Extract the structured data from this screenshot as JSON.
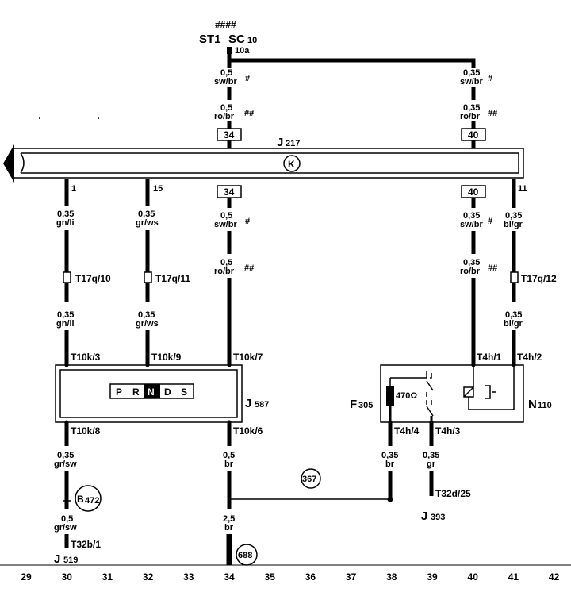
{
  "fuse": {
    "hash": "####",
    "name": "ST1",
    "sc": "SC",
    "sc_sub": "10",
    "pin": "10a"
  },
  "junction_box": {
    "label": "J",
    "label_sub": "217",
    "symbol": "K",
    "connectors": [
      "34",
      "40",
      "34",
      "40"
    ]
  },
  "wires": {
    "w34_top": [
      "0,5",
      "sw/br",
      "#",
      "0,5",
      "ro/br",
      "##"
    ],
    "w40_top": [
      "0,35",
      "sw/br",
      "#",
      "0,35",
      "ro/br",
      "##"
    ],
    "w30": [
      "0,35",
      "gn/li",
      "0,35",
      "gn/li"
    ],
    "w32": [
      "0,35",
      "gr/ws",
      "0,35",
      "gr/ws"
    ],
    "w34_mid": [
      "0,5",
      "sw/br",
      "#",
      "0,5",
      "ro/br",
      "##"
    ],
    "w40_mid": [
      "0,35",
      "sw/br",
      "#",
      "0,35",
      "ro/br",
      "##"
    ],
    "w41": [
      "0,35",
      "bl/gr",
      "0,35",
      "bl/gr"
    ],
    "w30_bot": [
      "0,35",
      "gr/sw",
      "0,5",
      "gr/sw"
    ],
    "w34_bot": [
      "0,5",
      "br",
      "2,5",
      "br"
    ],
    "w38_bot": [
      "0,35",
      "br"
    ],
    "w39_bot": [
      "0,35",
      "gr"
    ]
  },
  "pins": {
    "p1": "1",
    "p15": "15",
    "p11": "11"
  },
  "connectors": {
    "t17q10": "T17q/10",
    "t17q11": "T17q/11",
    "t17q12": "T17q/12",
    "t10k3": "T10k/3",
    "t10k9": "T10k/9",
    "t10k7": "T10k/7",
    "t10k8": "T10k/8",
    "t10k6": "T10k/6",
    "t4h1": "T4h/1",
    "t4h2": "T4h/2",
    "t4h4": "T4h/4",
    "t4h3": "T4h/3",
    "t32b1": "T32b/1",
    "t32d25": "T32d/25"
  },
  "components": {
    "j587": {
      "label": "J",
      "sub": "587"
    },
    "gear": [
      "P",
      "R",
      "N",
      "D",
      "S"
    ],
    "gear_active": "N",
    "f305": {
      "label": "F",
      "sub": "305"
    },
    "resistor": "470Ω",
    "n110": {
      "label": "N",
      "sub": "110"
    },
    "j519": {
      "label": "J",
      "sub": "519"
    },
    "j393": {
      "label": "J",
      "sub": "393"
    }
  },
  "refs": {
    "b472": {
      "label": "B",
      "sub": "472"
    },
    "r367": "367",
    "r688": "688"
  },
  "axis": [
    "29",
    "30",
    "31",
    "32",
    "33",
    "34",
    "35",
    "36",
    "37",
    "38",
    "39",
    "40",
    "41",
    "42"
  ]
}
